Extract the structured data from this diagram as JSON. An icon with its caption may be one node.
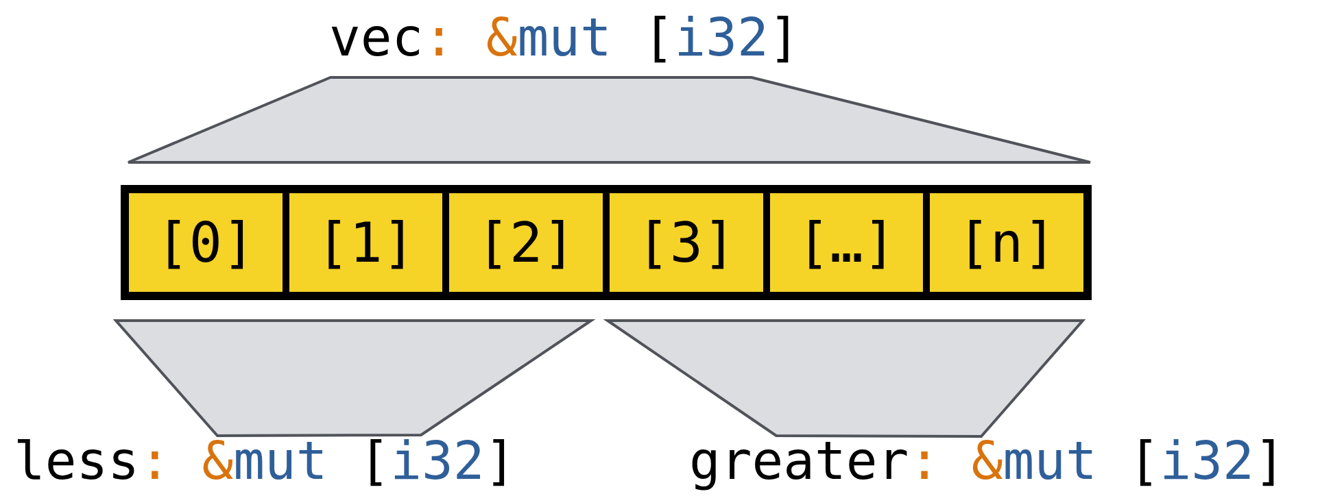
{
  "diagram": {
    "nodes": [
      {
        "text": [
          "vec: &mut [i32]"
        ]
      },
      {
        "text": [],
        "shape": "bar"
      },
      {
        "text": [
          "[0]"
        ],
        "in": 1
      },
      {
        "text": [
          "[1]"
        ],
        "in": 1
      },
      {
        "text": [
          "[2]"
        ],
        "in": 1
      },
      {
        "text": [
          "[3]"
        ],
        "in": 1
      },
      {
        "text": [
          "[…]"
        ],
        "in": 1
      },
      {
        "text": [
          "[n]"
        ],
        "in": 1
      },
      {
        "text": [
          "less: &mut [i32]"
        ]
      },
      {
        "text": [
          "greater: &mut [i32]"
        ]
      }
    ],
    "edges": []
  }
}
